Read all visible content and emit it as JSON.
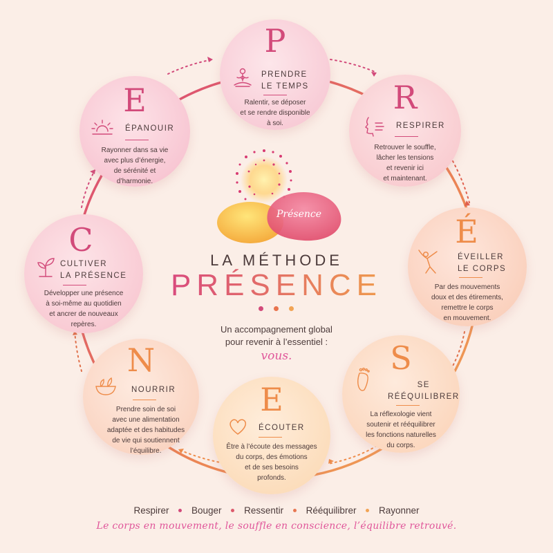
{
  "colors": {
    "pink": "#d24a7a",
    "orange": "#ee8c4a",
    "background": "#fbeee7"
  },
  "nodes": [
    {
      "letter": "P",
      "title_line1": "PRENDRE",
      "title_line2": "LE TEMPS",
      "desc": [
        "Ralentir, se déposer",
        "et se rendre disponible",
        "à soi."
      ],
      "icon": "meditation-icon"
    },
    {
      "letter": "R",
      "title_line1": "RESPIRER",
      "title_line2": "",
      "desc": [
        "Retrouver le souffle,",
        "lâcher les tensions",
        "et revenir ici",
        "et maintenant."
      ],
      "icon": "breathing-face-icon"
    },
    {
      "letter": "É",
      "title_line1": "ÉVEILLER",
      "title_line2": "LE CORPS",
      "desc": [
        "Par des mouvements",
        "doux et des étirements,",
        "remettre le corps",
        "en mouvement."
      ],
      "icon": "stretching-person-icon"
    },
    {
      "letter": "S",
      "title_line1": "SE",
      "title_line2": "RÉÉQUILIBRER",
      "desc": [
        "La réflexologie vient",
        "soutenir et rééquilibrer",
        "les fonctions naturelles",
        "du corps."
      ],
      "icon": "foot-icon"
    },
    {
      "letter": "E",
      "title_line1": "ÉCOUTER",
      "title_line2": "",
      "desc": [
        "Être à l’écoute des messages",
        "du corps, des émotions",
        "et de ses besoins",
        "profonds."
      ],
      "icon": "heart-hands-icon"
    },
    {
      "letter": "N",
      "title_line1": "NOURRIR",
      "title_line2": "",
      "desc": [
        "Prendre soin de soi",
        "avec une alimentation",
        "adaptée et des habitudes",
        "de vie qui soutiennent",
        "l’équilibre."
      ],
      "icon": "bowl-icon"
    },
    {
      "letter": "C",
      "title_line1": "CULTIVER",
      "title_line2": "LA PRÉSENCE",
      "desc": [
        "Développer une présence",
        "à soi-même au quotidien",
        "et ancrer de nouveaux",
        "repères."
      ],
      "icon": "sprout-icon"
    },
    {
      "letter": "E",
      "title_line1": "ÉPANOUIR",
      "title_line2": "",
      "desc": [
        "Rayonner dans sa vie",
        "avec plus d’énergie,",
        "de sérénité et",
        "d’harmonie."
      ],
      "icon": "sunrise-icon"
    }
  ],
  "center": {
    "logo_word": "Présence",
    "title": "LA MÉTHODE",
    "brand": "PRÉSENCE",
    "tagline_line1": "Un accompagnement global",
    "tagline_line2": "pour revenir à l’essentiel :",
    "emphasis": "vous."
  },
  "bottom": {
    "words": [
      "Respirer",
      "Bouger",
      "Ressentir",
      "Rééquilibrer",
      "Rayonner"
    ],
    "motto": "Le corps en mouvement, le souffle en conscience, l’équilibre retrouvé."
  }
}
